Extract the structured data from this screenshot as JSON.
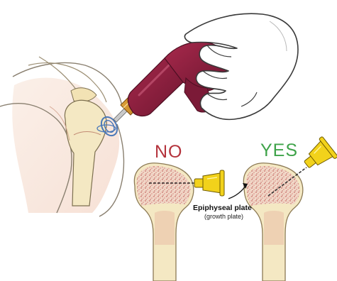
{
  "labels": {
    "no": "NO",
    "yes": "YES",
    "epiphyseal": "Epiphyseal plate",
    "growth": "(growth plate)"
  },
  "colors": {
    "no": "#b4333c",
    "yes": "#3fa34a",
    "device": "#8e1f3e",
    "needle_hub": "#f2d21b",
    "bone_fill": "#f4e8c3",
    "bone_marrow": "#d88a82",
    "skin_outline": "#8a8070"
  },
  "icons": {
    "drill": "bone-injection-gun-icon",
    "hand": "hand-icon",
    "bone_no": "humerus-bone-icon",
    "bone_yes": "humerus-bone-icon"
  }
}
